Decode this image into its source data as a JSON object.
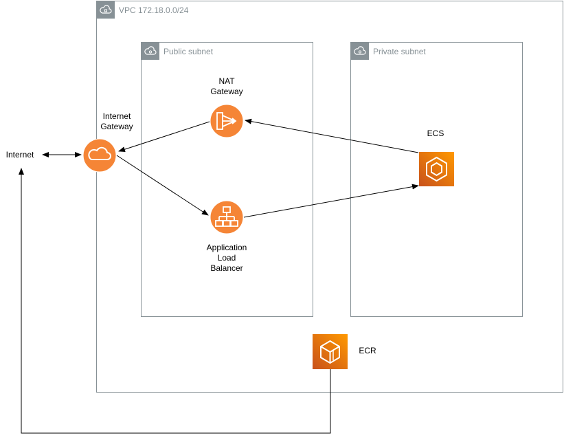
{
  "groups": {
    "vpc": {
      "label": "VPC 172.18.0.0/24",
      "border_color": "#879196"
    },
    "public": {
      "label": "Public subnet",
      "border_color": "#879196"
    },
    "private": {
      "label": "Private subnet",
      "border_color": "#879196"
    }
  },
  "nodes": {
    "internet": {
      "label": "Internet"
    },
    "igw": {
      "label": "Internet\nGateway",
      "icon": "cloud-icon",
      "color": "#F58536"
    },
    "nat": {
      "label": "NAT\nGateway",
      "icon": "nat-gateway-icon",
      "color": "#F58536"
    },
    "alb": {
      "label": "Application\nLoad\nBalancer",
      "icon": "load-balancer-icon",
      "color": "#F58536"
    },
    "ecs": {
      "label": "ECS",
      "icon": "ecs-icon",
      "color": "#ED7100"
    },
    "ecr": {
      "label": "ECR",
      "icon": "ecr-icon",
      "color": "#ED7100"
    }
  },
  "edges": [
    {
      "from": "internet",
      "to": "igw",
      "bidirectional": true
    },
    {
      "from": "nat",
      "to": "igw"
    },
    {
      "from": "igw",
      "to": "alb"
    },
    {
      "from": "alb",
      "to": "ecs"
    },
    {
      "from": "ecs",
      "to": "nat"
    },
    {
      "from": "ecr",
      "to": "internet"
    }
  ]
}
